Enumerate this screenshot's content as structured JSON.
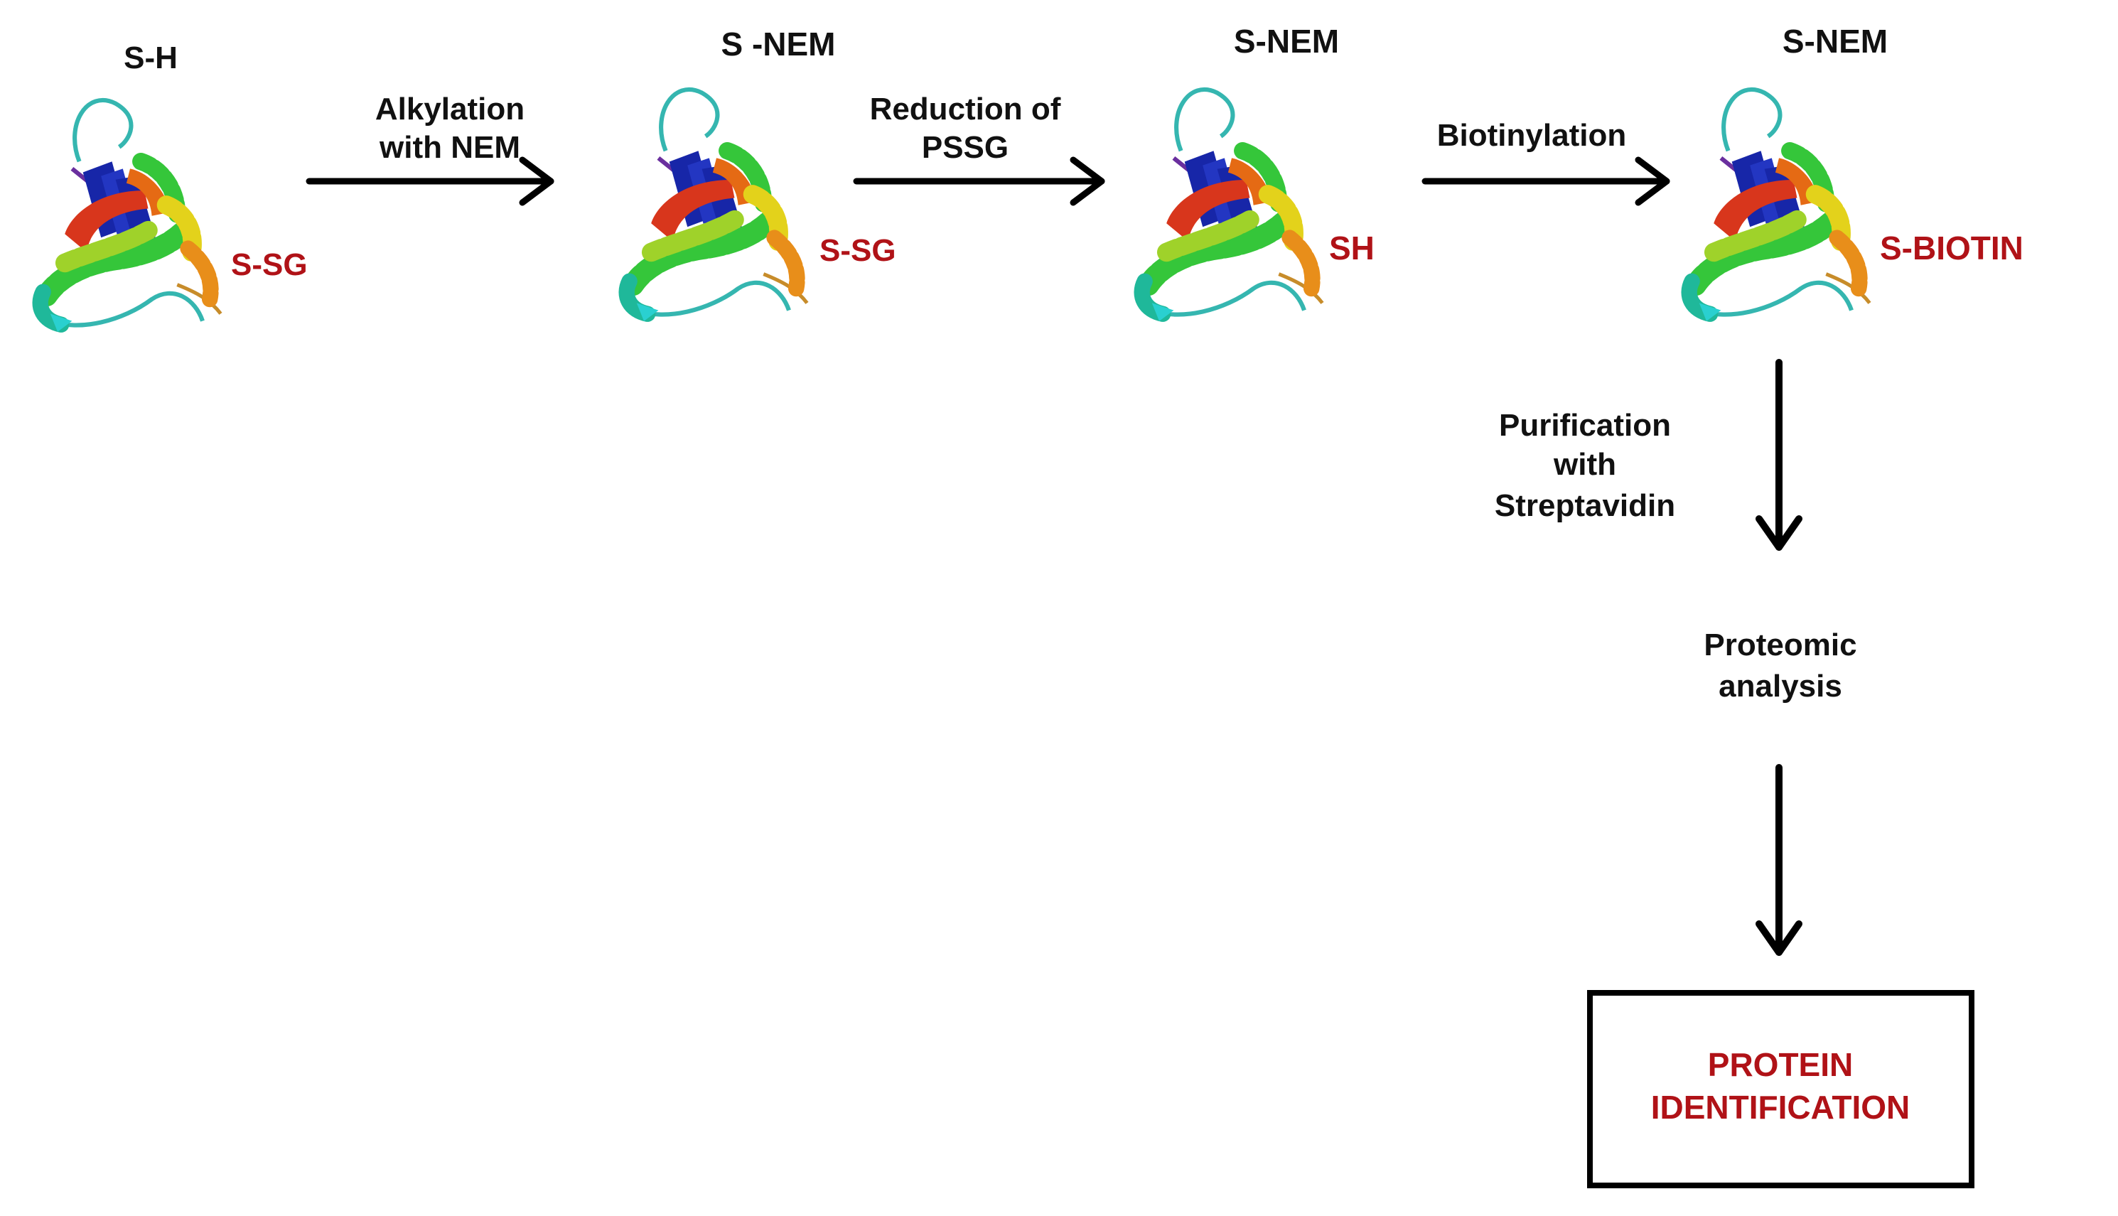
{
  "colors": {
    "text": "#111111",
    "accent_red": "#b01217",
    "arrow": "#000000",
    "box_border": "#000000",
    "strand_blue": "#1726a8",
    "strand_red": "#d8361c",
    "strand_orange": "#e56a14",
    "helix_green": "#35c63a",
    "helix_yellow": "#e3d21b",
    "helix_orange": "#e88e1a",
    "loop_cyan": "#35b6b0"
  },
  "proteins": [
    {
      "top_label": "S-H",
      "side_label": "S-SG",
      "icon": "protein-ribbon-icon"
    },
    {
      "top_label": "S -NEM",
      "side_label": "S-SG",
      "icon": "protein-ribbon-icon"
    },
    {
      "top_label": "S-NEM",
      "side_label": "SH",
      "icon": "protein-ribbon-icon"
    },
    {
      "top_label": "S-NEM",
      "side_label": "S-BIOTIN",
      "icon": "protein-ribbon-icon"
    }
  ],
  "steps": {
    "alkylation": [
      "Alkylation",
      "with NEM"
    ],
    "reduction": [
      "Reduction of",
      "PSSG"
    ],
    "biotinylation": [
      "Biotinylation"
    ],
    "purification": [
      "Purification",
      "with",
      "Streptavidin"
    ],
    "proteomic": [
      "Proteomic",
      "analysis"
    ]
  },
  "result_box": [
    "PROTEIN",
    "IDENTIFICATION"
  ]
}
